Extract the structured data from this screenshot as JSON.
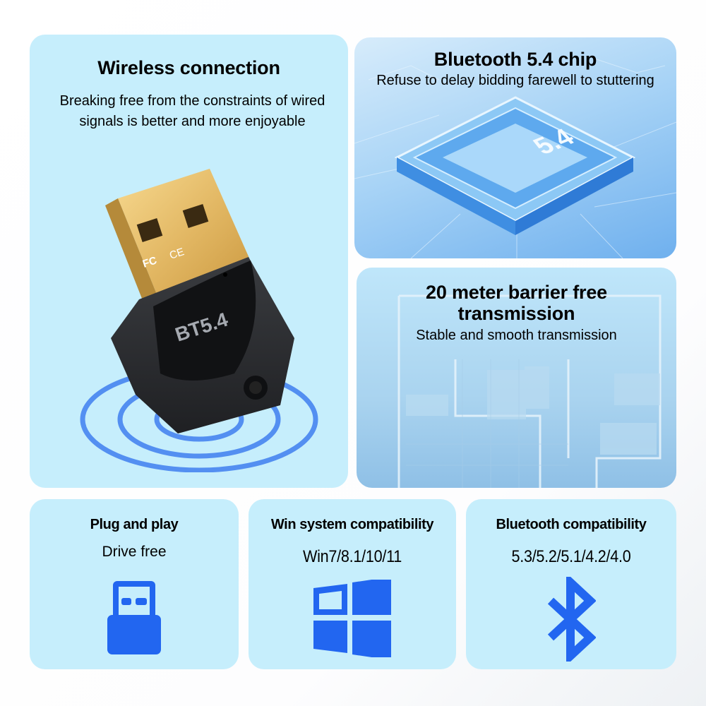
{
  "panels": {
    "wireless": {
      "title": "Wireless connection",
      "description": "Breaking free from the constraints of wired signals is better and more enjoyable",
      "image": {
        "subject": "usb-bluetooth-dongle",
        "label": "BT5.4",
        "markings": [
          "FC",
          "CE"
        ]
      }
    },
    "chip": {
      "title": "Bluetooth 5.4 chip",
      "description": "Refuse to delay bidding farewell to stuttering",
      "image": {
        "subject": "chip",
        "label": "5.4"
      }
    },
    "range": {
      "title": "20 meter barrier free transmission",
      "description": "Stable and smooth transmission",
      "image": {
        "subject": "house-floorplan"
      }
    }
  },
  "features": [
    {
      "title": "Plug and play",
      "subtitle": "Drive free",
      "icon": "usb-dongle-icon"
    },
    {
      "title": "Win system compatibility",
      "subtitle": "Win7/8.1/10/11",
      "icon": "windows-logo-icon"
    },
    {
      "title": "Bluetooth compatibility",
      "subtitle": "5.3/5.2/5.1/4.2/4.0",
      "icon": "bluetooth-icon"
    }
  ],
  "colors": {
    "panel_bg": "#c6eefc",
    "icon_blue": "#2266f0",
    "ring_blue": "#3f7ff0",
    "text": "#000000"
  }
}
